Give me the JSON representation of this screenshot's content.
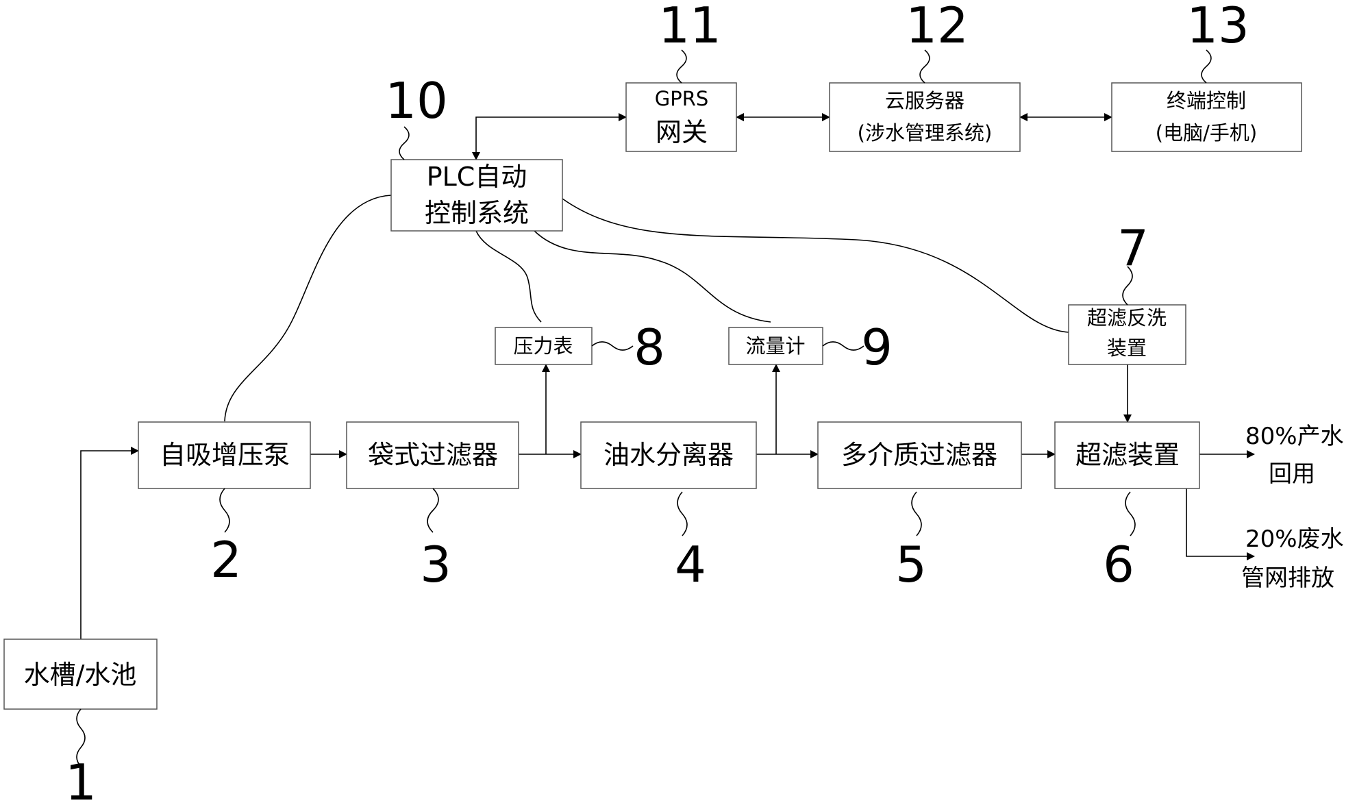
{
  "nodes": {
    "tank": "水槽/水池",
    "pump": "自吸增压泵",
    "bag_filter": "袋式过滤器",
    "oil_water_separator": "油水分离器",
    "multimedia_filter": "多介质过滤器",
    "ultrafiltration": "超滤装置",
    "uf_backwash": [
      "超滤反洗",
      "装置"
    ],
    "pressure_gauge": "压力表",
    "flowmeter": "流量计",
    "plc": [
      "PLC自动",
      "控制系统"
    ],
    "gprs": [
      "GPRS",
      "网关"
    ],
    "cloud": [
      "云服务器",
      "(涉水管理系统)"
    ],
    "terminal": [
      "终端控制",
      "(电脑/手机)"
    ]
  },
  "outputs": {
    "reuse": [
      "80%产水",
      "回用"
    ],
    "discharge": [
      "20%废水",
      "管网排放"
    ]
  },
  "labels": {
    "n1": "1",
    "n2": "2",
    "n3": "3",
    "n4": "4",
    "n5": "5",
    "n6": "6",
    "n7": "7",
    "n8": "8",
    "n9": "9",
    "n10": "10",
    "n11": "11",
    "n12": "12",
    "n13": "13"
  }
}
